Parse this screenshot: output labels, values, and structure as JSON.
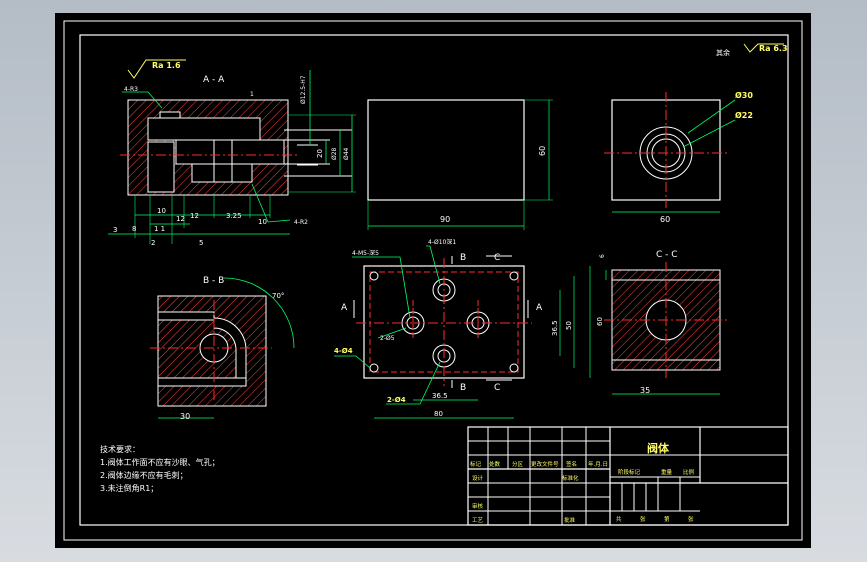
{
  "drawing": {
    "views": {
      "section_aa": "A - A",
      "section_bb": "B - B",
      "section_cc": "C - C"
    },
    "roughness": {
      "main": "Ra 1.6",
      "rest_prefix": "其余",
      "rest": "Ra 6.3"
    },
    "dims_aa": {
      "r3": "4-R3",
      "r2": "4-R2",
      "d12": "Ø12.5-H7",
      "d20": "20",
      "d28": "Ø28",
      "d44": "Ø44",
      "b10a": "10",
      "b8": "8",
      "b1": "1",
      "b12small": "12",
      "b12": "12",
      "b325": "3.25",
      "b10b": "10",
      "b3": "3",
      "b2": "2",
      "b5": "5",
      "b11": "1 1"
    },
    "dims_front": {
      "w": "90",
      "h": "60"
    },
    "dims_side": {
      "w": "60",
      "d30": "Ø30",
      "d22": "Ø22"
    },
    "dims_bb": {
      "angle": "70°",
      "w": "30"
    },
    "dims_top": {
      "m5": "4-M5-深5",
      "hole10": "4-Ø10深1",
      "d5": "2-Ø5",
      "d4a": "4-Ø4",
      "d4b": "2-Ø4",
      "w36": "36.5",
      "w80": "80",
      "h36": "36.5",
      "h50": "50",
      "h60": "60",
      "labelA1": "A",
      "labelA2": "A",
      "labelB1": "B",
      "labelB2": "B",
      "labelC1": "C",
      "labelC2": "C"
    },
    "dims_cc": {
      "w": "35",
      "h": "6"
    },
    "notes": {
      "heading": "技术要求：",
      "line1": "1.阀体工作面不应有沙眼、气孔；",
      "line2": "2.阀体边缘不应有毛刺；",
      "line3": "3.未注倒角R1；"
    },
    "title_block": {
      "part_name": "阀体",
      "row_labels": [
        "标记",
        "处数",
        "分区",
        "更改文件号",
        "签名",
        "年.月.日"
      ],
      "design": "设计",
      "standard": "标准化",
      "review": "审核",
      "process": "工艺",
      "approve": "批准",
      "stage": "阶段标记",
      "weight": "重量",
      "scale": "比例",
      "total": "共",
      "sheet": "张",
      "of": "第",
      "page": "张"
    }
  },
  "colors": {
    "outline": "#ffffff",
    "center": "#ff2a2a",
    "hatch": "#ff4040",
    "dim": "#00ff66",
    "dimtext": "#ffffff",
    "yellow": "#ffff66",
    "magenta": "#ff33ff"
  }
}
